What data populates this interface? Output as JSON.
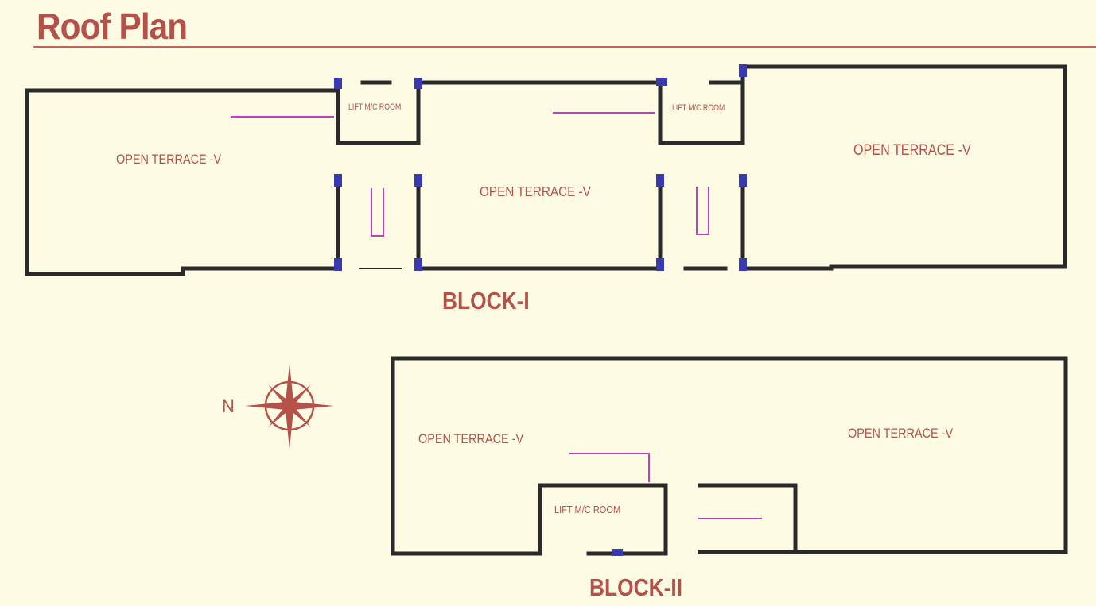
{
  "title": "Roof Plan",
  "compass": {
    "north_label": "N"
  },
  "block1": {
    "label": "BLOCK-I",
    "terrace_west": "OPEN TERRACE -V",
    "terrace_center": "OPEN TERRACE -V",
    "terrace_east": "OPEN TERRACE -V",
    "lift_room_1": "LIFT M/C ROOM",
    "lift_room_2": "LIFT M/C ROOM"
  },
  "block2": {
    "label": "BLOCK-II",
    "terrace_west": "OPEN TERRACE -V",
    "terrace_east": "OPEN TERRACE -V",
    "lift_room": "LIFT M/C ROOM"
  },
  "colors": {
    "background": "#fdfbe4",
    "wall": "#2a2a2a",
    "text_accent": "#b4524a",
    "column": "#3a3ab0",
    "stair": "#c040c0"
  }
}
